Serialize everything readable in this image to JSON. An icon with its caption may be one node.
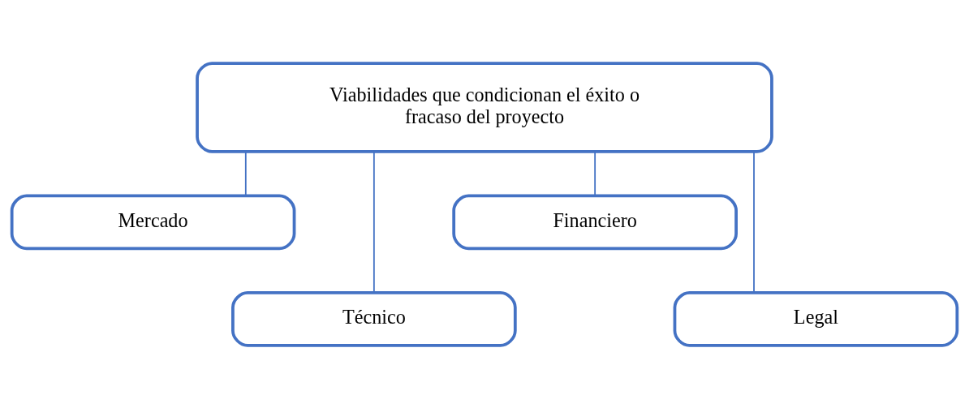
{
  "diagram": {
    "nodes": [
      {
        "text": [
          "Viabilidades que condicionan el éxito o fracaso del proyecto"
        ]
      },
      {
        "text": [
          "Mercado"
        ]
      },
      {
        "text": [
          "Técnico"
        ]
      },
      {
        "text": [
          "Financiero"
        ]
      },
      {
        "text": [
          "Legal"
        ]
      }
    ],
    "edges": [
      {
        "from": 0,
        "to": 1,
        "arrow": "none"
      },
      {
        "from": 0,
        "to": 2,
        "arrow": "none"
      },
      {
        "from": 0,
        "to": 3,
        "arrow": "none"
      },
      {
        "from": 0,
        "to": 4,
        "arrow": "none"
      }
    ]
  }
}
